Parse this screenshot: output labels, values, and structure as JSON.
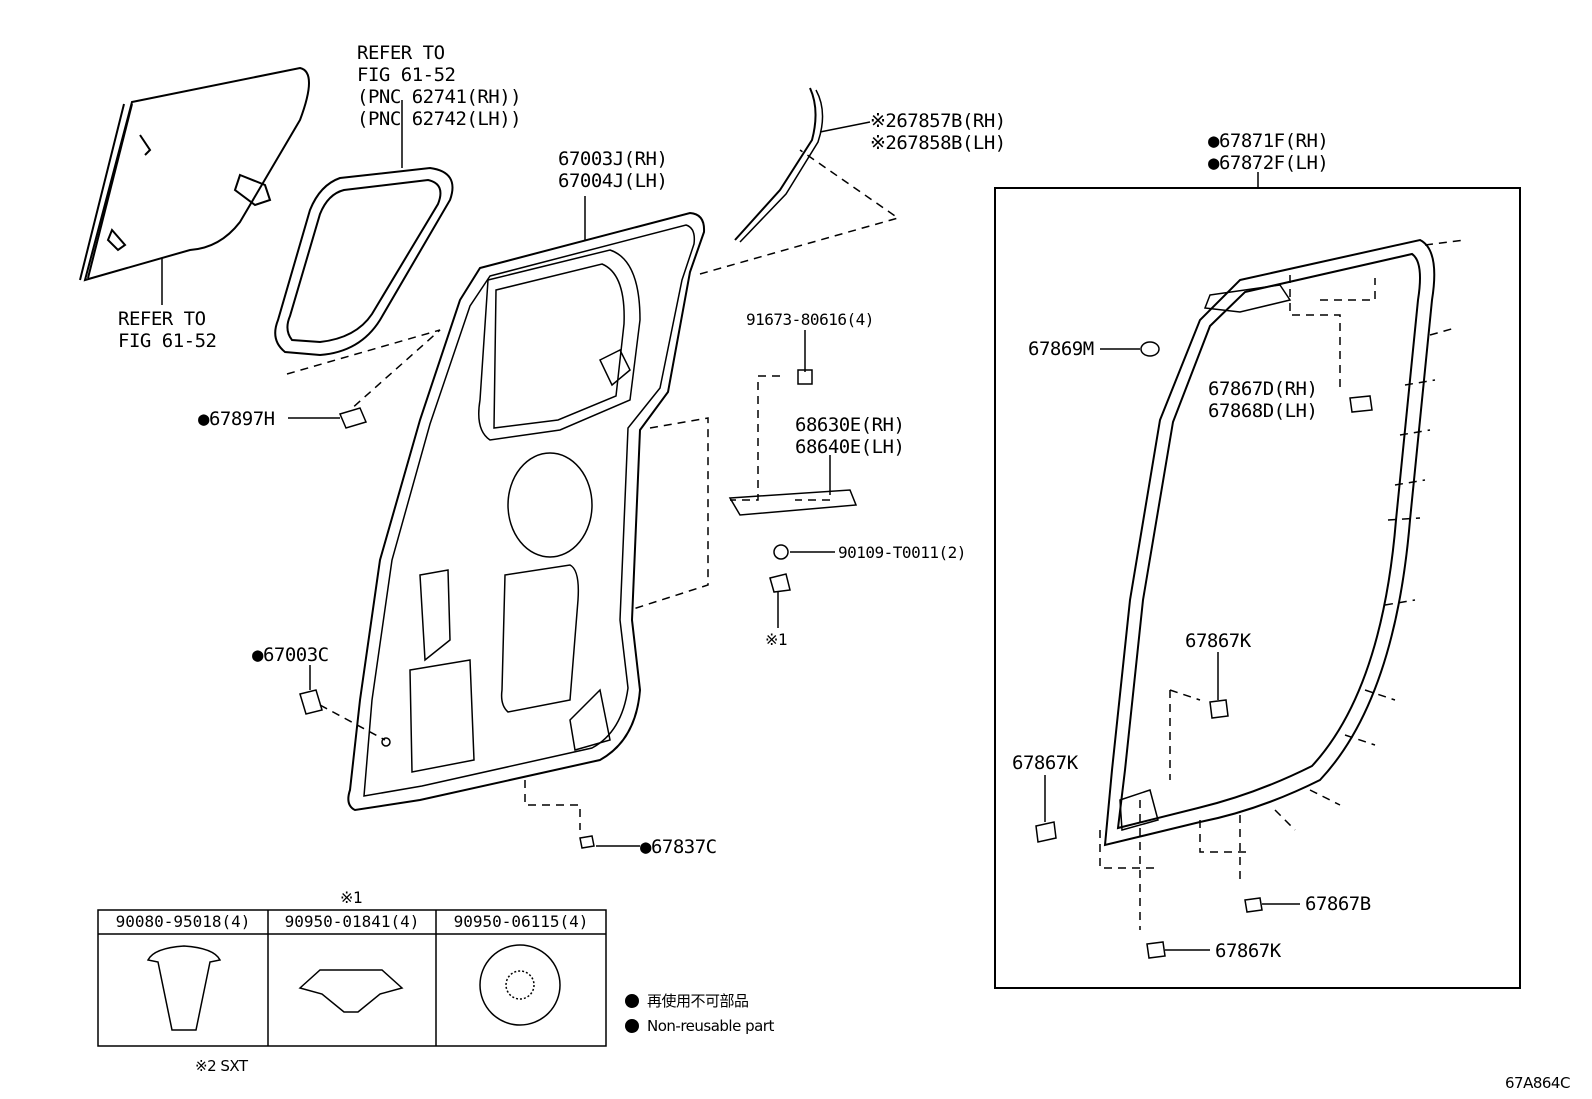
{
  "refs": {
    "refer_top": [
      "REFER TO",
      "FIG 61-52",
      "(PNC 62741(RH))",
      "(PNC 62742(LH))"
    ],
    "refer_left": [
      "REFER TO",
      "FIG 61-52"
    ]
  },
  "parts": {
    "p67003j": "67003J(RH)",
    "p67004j": "67004J(LH)",
    "p67857b": "※267857B(RH)",
    "p67858b": "※267858B(LH)",
    "p67871f": "●67871F(RH)",
    "p67872f": "●67872F(LH)",
    "p67897h": "●67897H",
    "p91673": "91673-80616(4)",
    "p68630e": "68630E(RH)",
    "p68640e": "68640E(LH)",
    "p90109": "90109-T0011(2)",
    "note1": "※1",
    "p67003c": "●67003C",
    "p67837c": "●67837C",
    "p67869m": "67869M",
    "p67867d": "67867D(RH)",
    "p67868d": "67868D(LH)",
    "p67867k_a": "67867K",
    "p67867k_b": "67867K",
    "p67867b": "67867B",
    "p67867k_c": "67867K"
  },
  "table": {
    "note": "※1",
    "headers": [
      "90080-95018(4)",
      "90950-01841(4)",
      "90950-06115(4)"
    ]
  },
  "legend": {
    "jp": "再使用不可部品",
    "en": "Non-reusable part"
  },
  "footnote": "※2 SXT",
  "diagram_id": "67A864C"
}
